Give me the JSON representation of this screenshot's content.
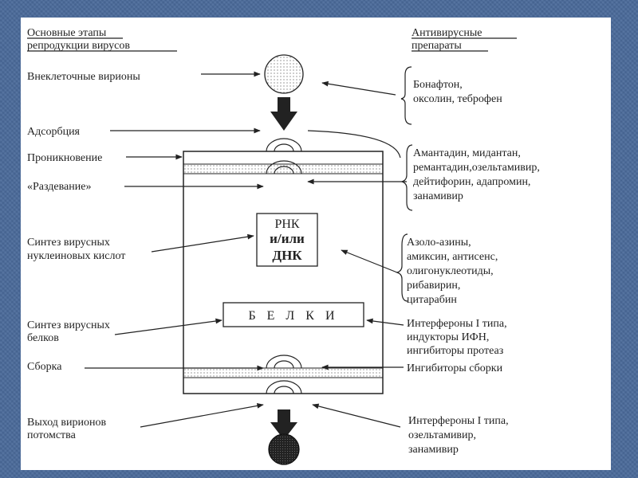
{
  "header": {
    "stages_line1": "Основные этапы",
    "stages_line2": "репродукции вирусов",
    "drugs_line1": "Антивирусные",
    "drugs_line2": "препараты"
  },
  "stages": {
    "virions": "Внеклеточные вирионы",
    "adsorption": "Адсорбция",
    "penetration": "Проникновение",
    "uncoating": "«Раздевание»",
    "nucleic_line1": "Синтез вирусных",
    "nucleic_line2": "нуклеиновых кислот",
    "protein_line1": "Синтез вирусных",
    "protein_line2": "белков",
    "assembly": "Сборка",
    "exit_line1": "Выход вирионов",
    "exit_line2": "потомства"
  },
  "cell": {
    "rna": "РНК",
    "and_or": "и/или",
    "dna": "ДНК",
    "proteins": "Б Е Л К И"
  },
  "drugs": {
    "g1_line1": "Бонафтон,",
    "g1_line2": "оксолин, теброфен",
    "g2_line1": "Амантадин, мидантан,",
    "g2_line2": "ремантадин,озельтамивир,",
    "g2_line3": "дейтифорин, адапромин,",
    "g2_line4": "занамивир",
    "g3_line1": "Азоло-азины,",
    "g3_line2": "амиксин, антисенс,",
    "g3_line3": "олигонуклеотиды,",
    "g3_line4": "рибавирин,",
    "g3_line5": "цитарабин",
    "g4_line1": "Интерфероны I типа,",
    "g4_line2": "индукторы ИФН,",
    "g4_line3": "ингибиторы протеаз",
    "g5": "Ингибиторы сборки",
    "g6_line1": "Интерфероны I типа,",
    "g6_line2": "озельтамивир,",
    "g6_line3": "занамивир"
  }
}
